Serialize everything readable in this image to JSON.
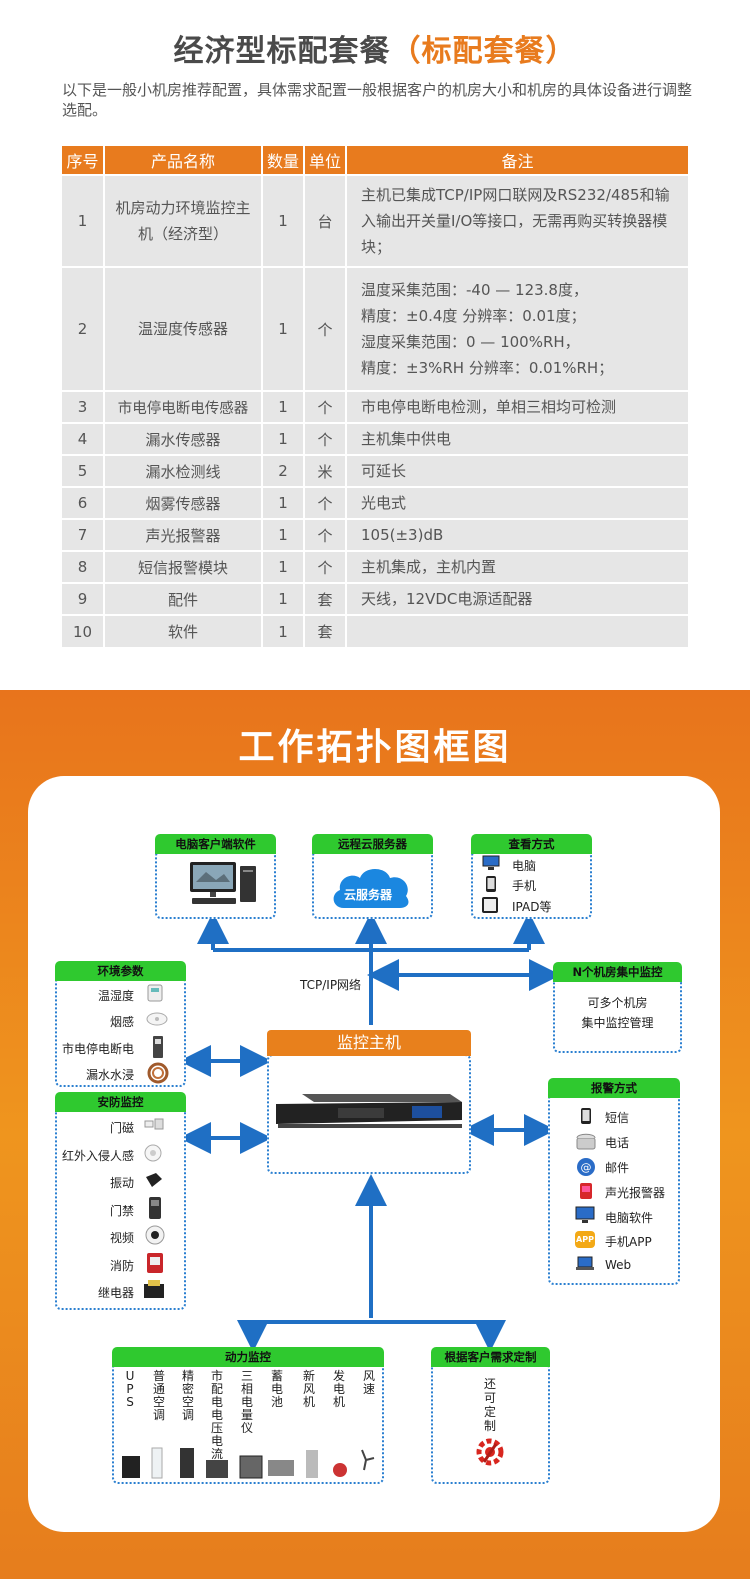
{
  "header": {
    "title_main": "经济型标配套餐",
    "title_paren": "（标配套餐）",
    "intro": "以下是一般小机房推荐配置，具体需求配置一般根据客户的机房大小和机房的具体设备进行调整选配。"
  },
  "table": {
    "columns": [
      "序号",
      "产品名称",
      "数量",
      "单位",
      "备注"
    ],
    "rows": [
      {
        "no": "1",
        "name": "机房动力环境监控主机（经济型）",
        "qty": "1",
        "unit": "台",
        "note": "主机已集成TCP/IP网口联网及RS232/485和输入输出开关量I/O等接口，无需再购买转换器模块；"
      },
      {
        "no": "2",
        "name": "温湿度传感器",
        "qty": "1",
        "unit": "个",
        "note_lines": [
          "温度采集范围：-40 — 123.8度，",
          "精度：±0.4度   分辨率：0.01度；",
          "湿度采集范围：0 — 100%RH，",
          "精度：±3%RH  分辨率：0.01%RH；"
        ]
      },
      {
        "no": "3",
        "name": "市电停电断电传感器",
        "qty": "1",
        "unit": "个",
        "note": "市电停电断电检测，单相三相均可检测"
      },
      {
        "no": "4",
        "name": "漏水传感器",
        "qty": "1",
        "unit": "个",
        "note": "主机集中供电"
      },
      {
        "no": "5",
        "name": "漏水检测线",
        "qty": "2",
        "unit": "米",
        "note": "可延长"
      },
      {
        "no": "6",
        "name": "烟雾传感器",
        "qty": "1",
        "unit": "个",
        "note": "光电式"
      },
      {
        "no": "7",
        "name": "声光报警器",
        "qty": "1",
        "unit": "个",
        "note": "105(±3)dB"
      },
      {
        "no": "8",
        "name": "短信报警模块",
        "qty": "1",
        "unit": "个",
        "note": "主机集成，主机内置"
      },
      {
        "no": "9",
        "name": "配件",
        "qty": "1",
        "unit": "套",
        "note": "天线，12VDC电源适配器"
      },
      {
        "no": "10",
        "name": "软件",
        "qty": "1",
        "unit": "套",
        "note": ""
      }
    ]
  },
  "topology": {
    "title": "工作拓扑图框图",
    "pc_client": {
      "tag": "电脑客户端软件"
    },
    "cloud": {
      "tag": "远程云服务器",
      "label": "云服务器"
    },
    "view": {
      "tag": "查看方式",
      "items": [
        "电脑",
        "手机",
        "IPAD等"
      ]
    },
    "network_label": "TCP/IP网络",
    "env": {
      "tag": "环境参数",
      "items": [
        "温湿度",
        "烟感",
        "市电停电断电",
        "漏水水浸"
      ]
    },
    "central": {
      "tag": "N个机房集中监控",
      "line1": "可多个机房",
      "line2": "集中监控管理"
    },
    "host": {
      "tag": "监控主机"
    },
    "security": {
      "tag": "安防监控",
      "items": [
        "门磁",
        "红外入侵人感",
        "振动",
        "门禁",
        "视频",
        "消防",
        "继电器"
      ]
    },
    "alarm": {
      "tag": "报警方式",
      "items": [
        "短信",
        "电话",
        "邮件",
        "声光报警器",
        "电脑软件",
        "手机APP",
        "Web"
      ],
      "app_badge": "APP"
    },
    "power": {
      "tag": "动力监控",
      "items": [
        "UPS",
        "普通空调",
        "精密空调",
        "市配电电压电流",
        "三相电量仪",
        "蓄电池",
        "新风机",
        "发电机",
        "风速"
      ]
    },
    "custom": {
      "tag": "根据客户需求定制",
      "text": "还可定制"
    }
  },
  "colors": {
    "orange": "#e87b1e",
    "green_tag": "#2fc92f",
    "blue_arrow": "#1f6fc4"
  }
}
